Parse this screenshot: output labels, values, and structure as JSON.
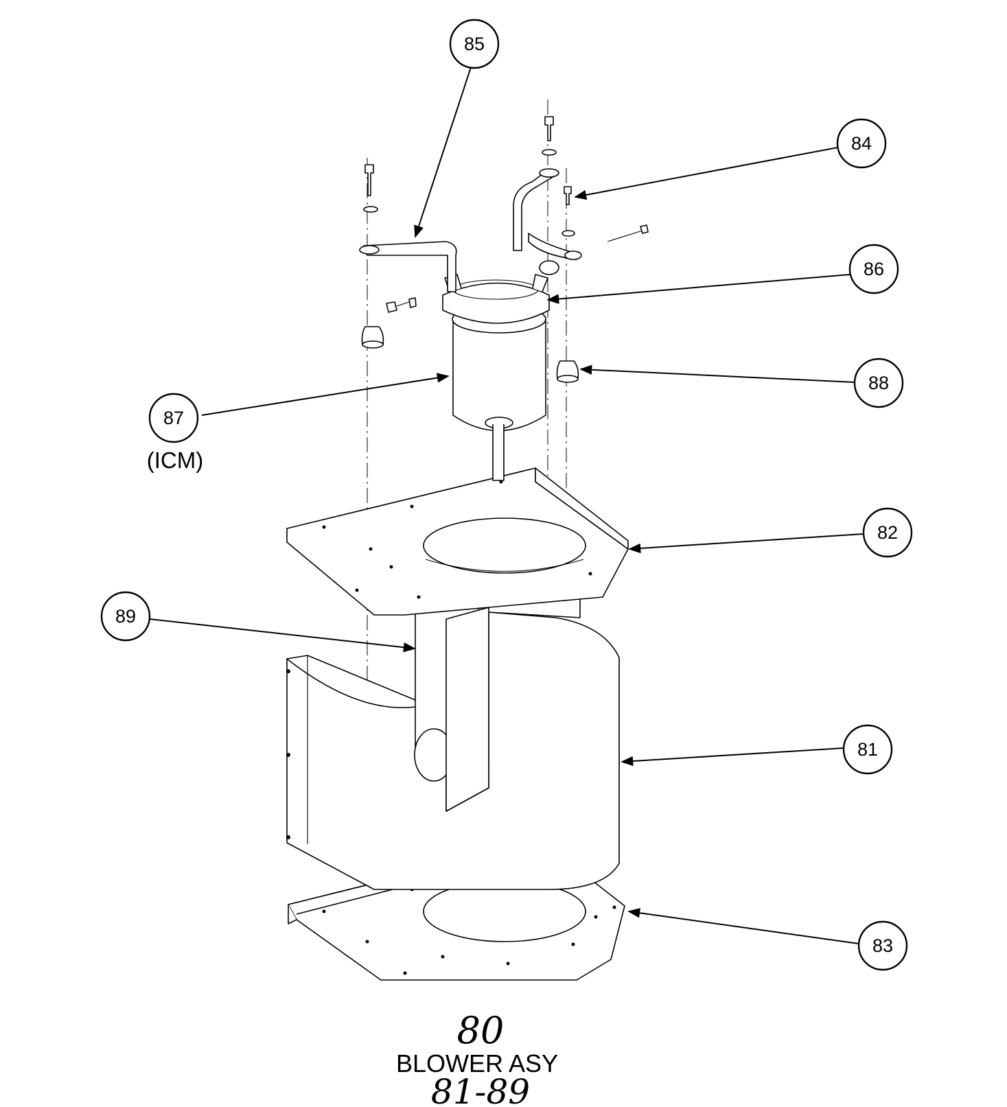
{
  "drawing": {
    "title": "BLOWER ASY",
    "assembly_number": "80",
    "part_range": "81-89",
    "motor_note": "(ICM)"
  },
  "callouts": [
    {
      "id": "85",
      "label": "85"
    },
    {
      "id": "84",
      "label": "84"
    },
    {
      "id": "86",
      "label": "86"
    },
    {
      "id": "88",
      "label": "88"
    },
    {
      "id": "87",
      "label": "87"
    },
    {
      "id": "82",
      "label": "82"
    },
    {
      "id": "89",
      "label": "89"
    },
    {
      "id": "81",
      "label": "81"
    },
    {
      "id": "83",
      "label": "83"
    }
  ]
}
